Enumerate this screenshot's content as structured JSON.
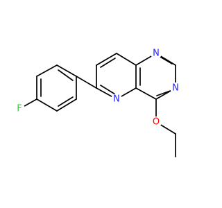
{
  "molecule": {
    "atoms": {
      "n1": {
        "symbol": "N",
        "color": "#2222ff"
      },
      "n3": {
        "symbol": "N",
        "color": "#2222ff"
      },
      "n5": {
        "symbol": "N",
        "color": "#2222ff"
      },
      "o": {
        "symbol": "O",
        "color": "#ff0000"
      },
      "f": {
        "symbol": "F",
        "color": "#33cc33"
      }
    }
  }
}
